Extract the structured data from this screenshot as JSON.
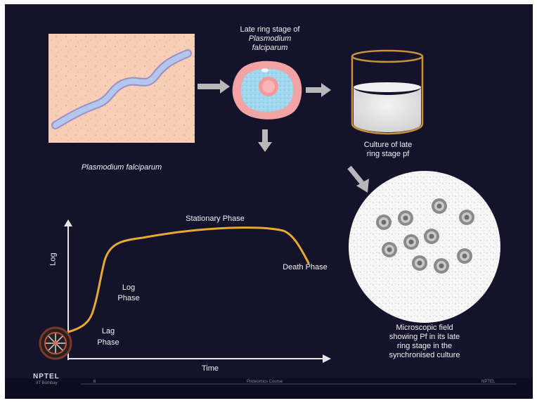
{
  "labels": {
    "plasmodium_caption": "Plasmodium falciparum",
    "ring_stage_line1": "Late ring stage of",
    "ring_stage_line2": "Plasmodium",
    "ring_stage_line3": "falciparum",
    "culture_line1": "Culture of late",
    "culture_line2": "ring stage pf",
    "micro_line1": "Microscopic field",
    "micro_line2": "showing Pf in its late",
    "micro_line3": "ring stage in the",
    "micro_line4": "synchronised culture"
  },
  "growth_curve": {
    "y_axis_label": "Log",
    "x_axis_label": "Time",
    "lag_line1": "Lag",
    "lag_line2": "Phase",
    "log_line1": "Log",
    "log_line2": "Phase",
    "stationary": "Stationary Phase",
    "death": "Death Phase"
  },
  "footer": {
    "brand": "NPTEL",
    "left_small": "IIT Bombay",
    "page": "6",
    "course": "Proteomics Course",
    "right": "NPTEL"
  },
  "colors": {
    "background": "#14132b",
    "curve": "#e8a932",
    "arrow": "#b8b8b8",
    "axes": "#e6e6e6",
    "skin": "#f6cfb6",
    "parasite": "#a9b9e6",
    "cell_outer": "#f2a4a4",
    "cell_inner": "#9fd8ee",
    "beaker_rim": "#c8923a"
  }
}
